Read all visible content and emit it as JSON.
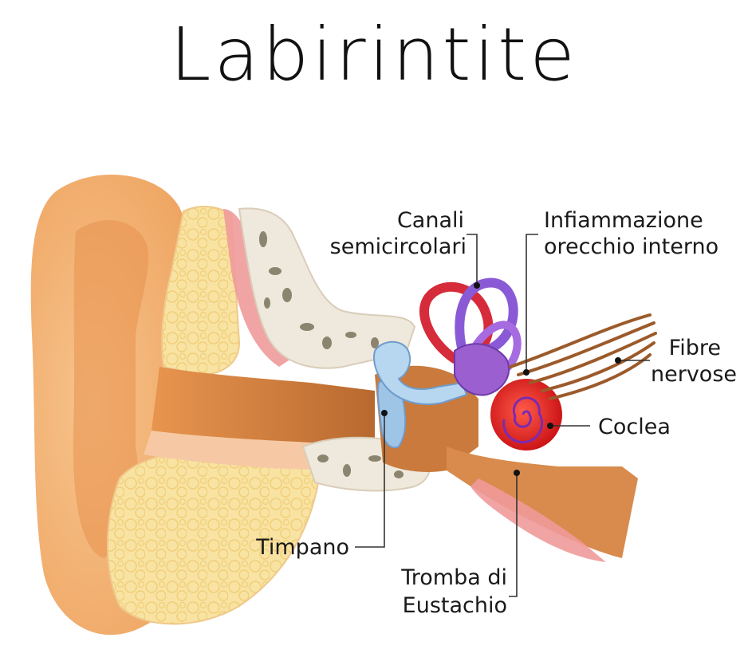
{
  "title": "Labirintite",
  "labels": {
    "canali": [
      "Canali",
      "semicircolari"
    ],
    "infiammazione": [
      "Infiammazione",
      "orecchio interno"
    ],
    "fibre": [
      "Fibre",
      "nervose"
    ],
    "coclea": "Coclea",
    "timpano": "Timpano",
    "tromba": [
      "Tromba di",
      "Eustachio"
    ]
  },
  "colors": {
    "skin": "#f3b276",
    "skin_dark": "#e08a47",
    "canal": "#c97a3c",
    "fat": "#f8e3a3",
    "bone": "#efe8dc",
    "muscle": "#ef9a9a",
    "cochlea": "#e01b1b",
    "semicircular": "#8a5ad6",
    "ossicles": "#9ec4e6",
    "nerve": "#9c5a2a"
  }
}
